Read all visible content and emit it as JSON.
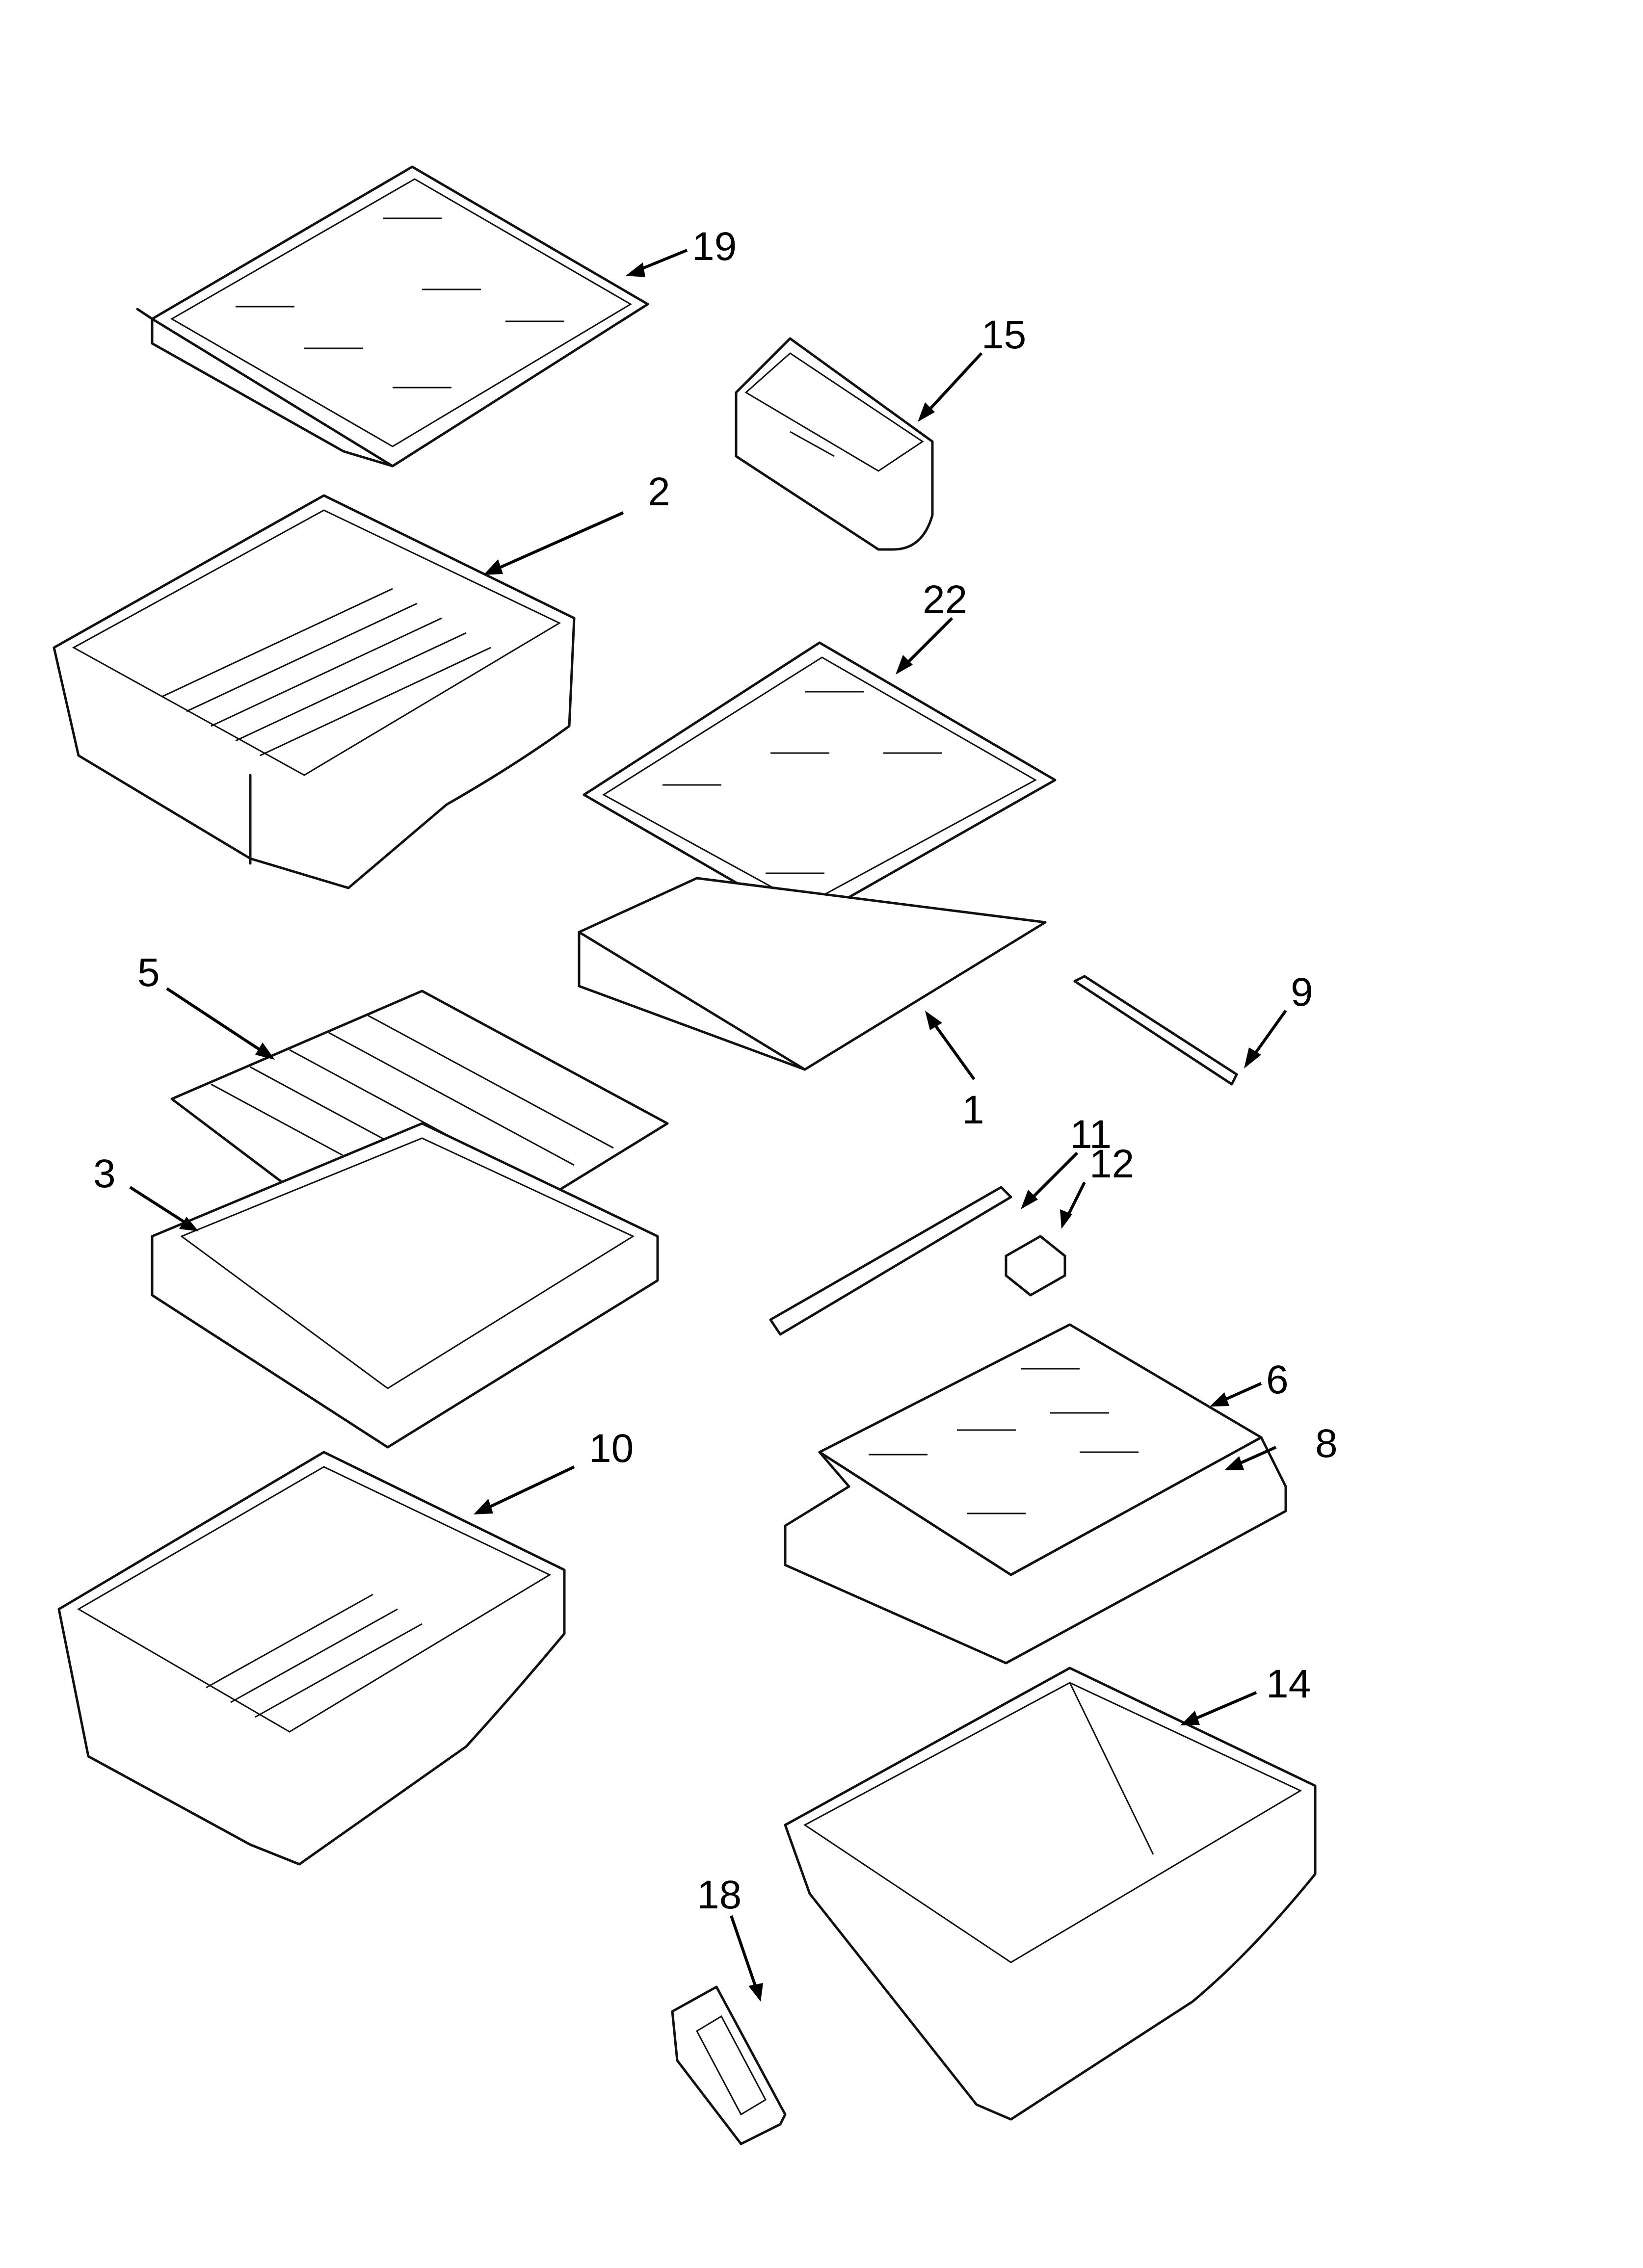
{
  "callouts": [
    {
      "id": "19",
      "label": "19"
    },
    {
      "id": "15",
      "label": "15"
    },
    {
      "id": "2",
      "label": "2"
    },
    {
      "id": "22",
      "label": "22"
    },
    {
      "id": "9",
      "label": "9"
    },
    {
      "id": "5",
      "label": "5"
    },
    {
      "id": "1",
      "label": "1"
    },
    {
      "id": "11",
      "label": "11"
    },
    {
      "id": "12",
      "label": "12"
    },
    {
      "id": "3",
      "label": "3"
    },
    {
      "id": "10",
      "label": "10"
    },
    {
      "id": "6",
      "label": "6"
    },
    {
      "id": "8",
      "label": "8"
    },
    {
      "id": "14",
      "label": "14"
    },
    {
      "id": "18",
      "label": "18"
    }
  ]
}
